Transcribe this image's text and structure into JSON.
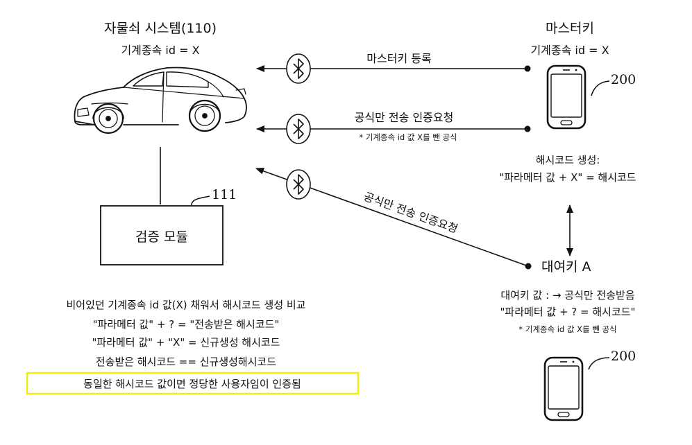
{
  "system": {
    "title": "자물쇠 시스템(110)",
    "subtitle": "기계종속 id = X"
  },
  "master_key": {
    "title": "마스터키",
    "subtitle": "기계종속 id = X",
    "ref_number": "200",
    "hash_caption": "해시코드 생성:",
    "hash_formula": "\"파라메터 값 + X\" = 해시코드"
  },
  "links": {
    "register": "마스터키 등록",
    "auth_request": "공식만 전송 인증요청",
    "auth_note": "* 기계종속 id 값 X를 뺀 공식",
    "diagonal_request": "공식만 전송 인증요청"
  },
  "verify_module": {
    "label": "검증 모듈",
    "ref_number": "111"
  },
  "verify_text": {
    "line1": "비어있던 기계종속 id 값(X) 채워서 해시코드 생성 비교",
    "line2": "\"파라메터 값\" + ? = \"전송받은 해시코드\"",
    "line3": "\"파라메터 값\" + \"X\" = 신규생성 해시코드",
    "line4": "전송받은 해시코드 == 신규생성해시코드",
    "highlight": "동일한 해시코드 값이면 정당한 사용자임이 인증됨",
    "highlight_color": "#f4ef00"
  },
  "rental_key": {
    "label": "대여키 A",
    "value_line": "대여키 값 : → 공식만 전송받음",
    "formula": "\"파라메터 값 + ? = 해시코드\"",
    "note": "* 기계종속 id 값 X를 뺀 공식",
    "ref_number": "200"
  },
  "icons": {
    "car": "car-icon",
    "phone": "smartphone-icon",
    "bluetooth": "bluetooth-icon"
  }
}
